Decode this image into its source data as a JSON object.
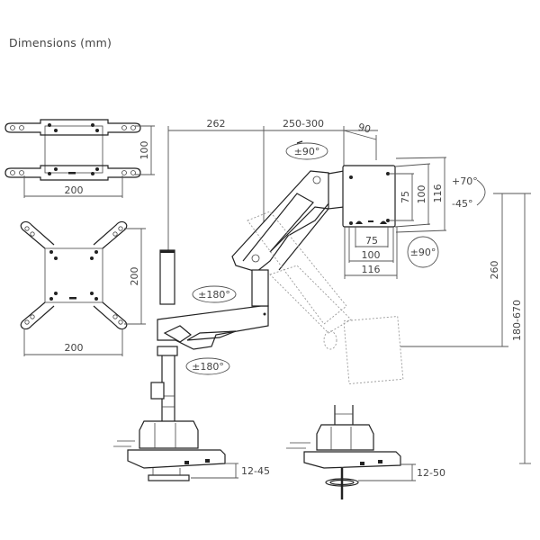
{
  "title": "Dimensions (mm)",
  "vesa_plate_small": {
    "height_label": "100",
    "width_label": "200"
  },
  "vesa_plate_large": {
    "height_label": "200",
    "width_label": "200"
  },
  "arm_dimensions": {
    "pole_to_elbow": "262",
    "elbow_to_head": "250-300",
    "head_depth": "90",
    "vertical_travel": "260",
    "overall_height": "180-670"
  },
  "head_plate": {
    "vesa_vertical": [
      "75",
      "100",
      "116"
    ],
    "vesa_horizontal": [
      "75",
      "100",
      "116"
    ],
    "tilt_up": "+70°",
    "tilt_down": "-45°",
    "rotation": "±90°",
    "swivel": "±90°"
  },
  "rotations": {
    "elbow": "±180°",
    "base": "±180°"
  },
  "clamps": {
    "desk_clamp_range": "12-45",
    "grommet_range": "12-50"
  }
}
